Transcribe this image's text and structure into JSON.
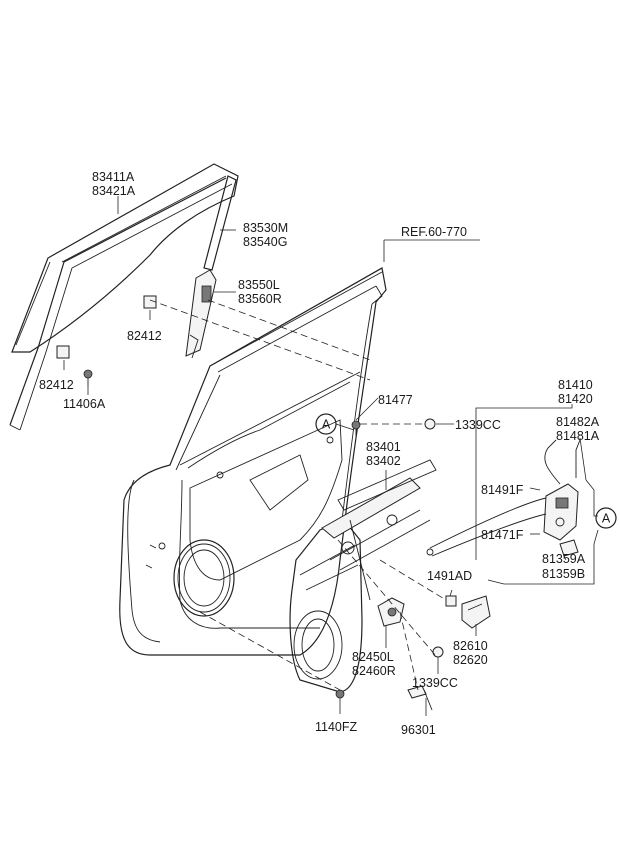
{
  "ref": "REF.60-770",
  "callouts": {
    "glass": [
      "83411A",
      "83421A"
    ],
    "run": [
      "83530M",
      "83540G"
    ],
    "channel": [
      "83550L",
      "83560R"
    ],
    "clip_upper": "82412",
    "clip_lower": "82412",
    "screw_glass": "11406A",
    "bolt_hinge": "81477",
    "nut_upper": "1339CC",
    "regulator": [
      "83401",
      "83402"
    ],
    "latch": [
      "81410",
      "81420"
    ],
    "cable_a": [
      "81482A",
      "81481A"
    ],
    "cable_f1": "81491F",
    "cable_f2": "81471F",
    "actuator": [
      "81359A",
      "81359B"
    ],
    "grommet": "1491AD",
    "handle": [
      "82610",
      "82620"
    ],
    "module": [
      "82450L",
      "82460R"
    ],
    "nut_lower": "1339CC",
    "screw_bottom": "1140FZ",
    "speaker": "96301",
    "marker_left": "A",
    "marker_right": "A"
  }
}
